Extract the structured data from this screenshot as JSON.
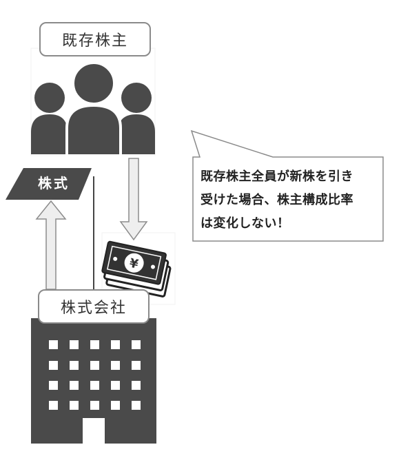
{
  "shareholders": {
    "label": "既存株主",
    "icon": "people-group-icon"
  },
  "company": {
    "label": "株式会社",
    "icon": "office-building-icon"
  },
  "stock": {
    "label": "株式"
  },
  "money": {
    "icon": "yen-banknote-icon",
    "symbol": "¥"
  },
  "callout": {
    "lines": [
      "既存株主全員が新株を引き",
      "受けた場合、株主構成比率",
      "は変化しない！"
    ]
  },
  "colors": {
    "icon_dark": "#4a4a4a",
    "arrow_fill": "#eeeeee",
    "arrow_stroke": "#8c8c8c",
    "border": "#8a8a8a"
  }
}
